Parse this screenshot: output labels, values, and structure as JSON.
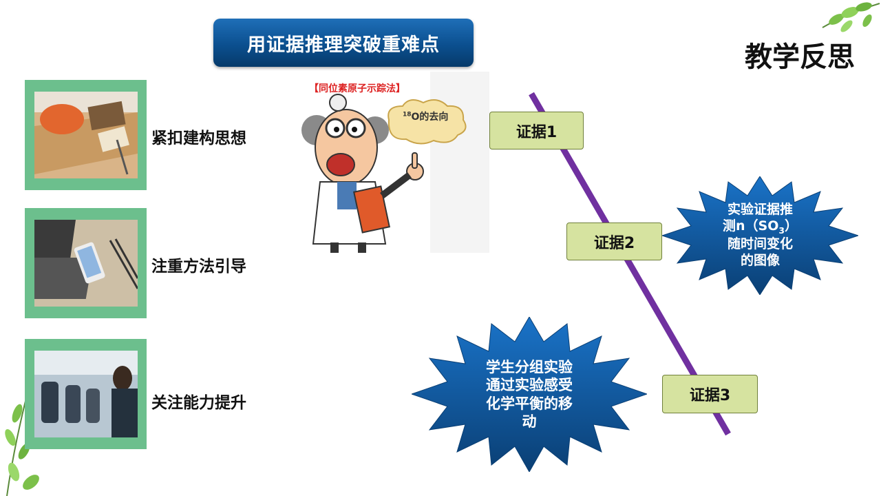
{
  "title_badge": "用证据推理突破重难点",
  "page_title": "教学反思",
  "points": [
    {
      "label": "紧扣建构思想"
    },
    {
      "label": "注重方法引导"
    },
    {
      "label": "关注能力提升"
    }
  ],
  "cartoon": {
    "caption": "【同位素原子示踪法】",
    "cloud_isotope": "18",
    "cloud_text": "O的去向"
  },
  "evidence": [
    "证据1",
    "证据2",
    "证据3"
  ],
  "burst_right": {
    "line1": "实验证据推",
    "line2_pre": "测n（SO",
    "line2_sub": "3",
    "line2_post": "）",
    "line3": "随时间变化",
    "line4": "的图像"
  },
  "burst_left": {
    "line1": "学生分组实验",
    "line2": "通过实验感受",
    "line3": "化学平衡的移",
    "line4": "动"
  },
  "colors": {
    "card_border": "#6cbf8d",
    "badge_blue": "#0b4f8f",
    "evidence_fill": "#d6e3a0",
    "line_purple": "#7030a0",
    "burst_blue": "#0d5aa0"
  }
}
